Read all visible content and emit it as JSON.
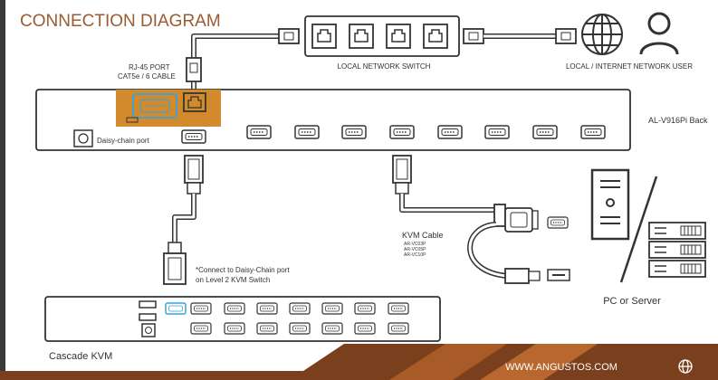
{
  "title": "CONNECTION DIAGRAM",
  "labels": {
    "rj45_line1": "RJ-45 PORT",
    "rj45_line2": "CAT5e / 6 CABLE",
    "network_switch": "LOCAL NETWORK SWITCH",
    "network_user": "LOCAL / INTERNET NETWORK USER",
    "device_back": "AL-V916Pi Back",
    "daisy_chain_port": "Daisy-chain port",
    "kvm_cable": "KVM Cable",
    "kvm_models": [
      "AR-VC03P",
      "AR-VC05P",
      "AR-VC10P"
    ],
    "connect_note_1": "*Connect to Daisy-Chain port",
    "connect_note_2": "on Level 2 KVM Switch",
    "pc_or_server": "PC or Server",
    "cascade_kvm": "Cascade KVM",
    "website": "WWW.ANGUSTOS.COM"
  },
  "colors": {
    "title": "#9b5a30",
    "accent_orange": "#d38a2c",
    "footer_dark": "#7a3f1c",
    "footer_mid": "#b8682f",
    "line": "#333333",
    "highlight_port": "#3aa3d9"
  },
  "icons": [
    "globe-icon",
    "user-icon",
    "pc-tower-icon",
    "server-rack-icon",
    "usb-icon",
    "vga-connector-icon",
    "rj45-port-icon"
  ]
}
